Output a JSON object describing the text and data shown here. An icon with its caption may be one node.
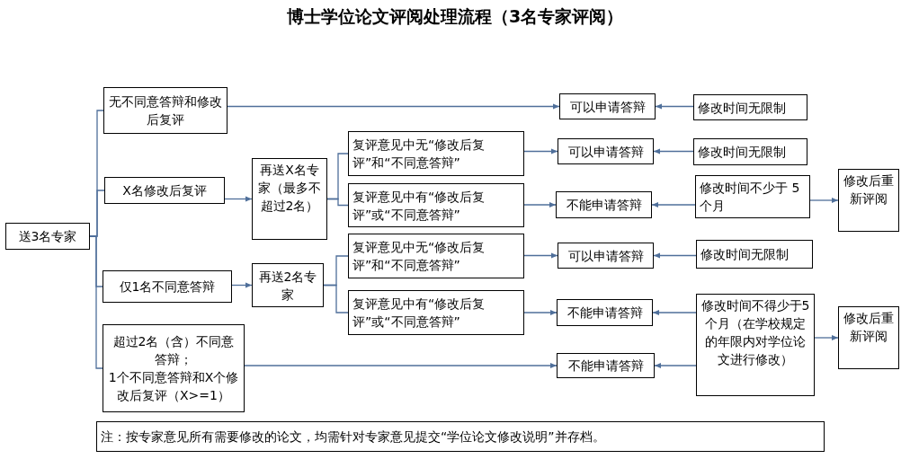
{
  "diagram": {
    "title": "博士学位论文评阅处理流程（3名专家评阅）",
    "nodes": [
      {
        "text": [
          "送3名专家"
        ]
      },
      {
        "text": [
          "无不同意答辩和修改后复评"
        ]
      },
      {
        "text": [
          "X名修改后复评"
        ]
      },
      {
        "text": [
          "仅1名不同意答辩"
        ]
      },
      {
        "text": [
          "超过2名（含）不同意答辩；",
          "1个不同意答辩和X个修改后复评（X>=1）"
        ]
      },
      {
        "text": [
          "再送X名专家（最多不超过2名）"
        ]
      },
      {
        "text": [
          "再送2名专家"
        ]
      },
      {
        "text": [
          "复评意见中无“修改后复评”和“不同意答辩”"
        ]
      },
      {
        "text": [
          "复评意见中有“修改后复评”或“不同意答辩”"
        ]
      },
      {
        "text": [
          "复评意见中无“修改后复评”和“不同意答辩”"
        ]
      },
      {
        "text": [
          "复评意见中有“修改后复评”或“不同意答辩”"
        ]
      },
      {
        "text": [
          "可以申请答辩"
        ]
      },
      {
        "text": [
          "可以申请答辩"
        ]
      },
      {
        "text": [
          "不能申请答辩"
        ]
      },
      {
        "text": [
          "可以申请答辩"
        ]
      },
      {
        "text": [
          "不能申请答辩"
        ]
      },
      {
        "text": [
          "不能申请答辩"
        ]
      },
      {
        "text": [
          "修改时间无限制"
        ]
      },
      {
        "text": [
          "修改时间无限制"
        ]
      },
      {
        "text": [
          "修改时间不少于 5个月"
        ]
      },
      {
        "text": [
          "修改时间无限制"
        ]
      },
      {
        "text": [
          "修改时间不得少于5个月（在学校规定的年限内对学位论文进行修改）"
        ]
      },
      {
        "text": [
          "修改后重新评阅"
        ]
      },
      {
        "text": [
          "修改后重新评阅"
        ]
      },
      {
        "text": [
          "注：按专家意见所有需要修改的论文，均需针对专家意见提交“学位论文修改说明”并存档。"
        ]
      }
    ],
    "edges": [
      {
        "from": 0,
        "to": 1,
        "arrow": "none"
      },
      {
        "from": 0,
        "to": 2,
        "arrow": "none"
      },
      {
        "from": 0,
        "to": 3,
        "arrow": "none"
      },
      {
        "from": 0,
        "to": 4,
        "arrow": "none"
      },
      {
        "from": 1,
        "to": 11,
        "arrow": "to"
      },
      {
        "from": 2,
        "to": 5,
        "arrow": "to"
      },
      {
        "from": 3,
        "to": 6,
        "arrow": "to"
      },
      {
        "from": 4,
        "to": 16,
        "arrow": "to"
      },
      {
        "from": 5,
        "to": 7,
        "arrow": "none"
      },
      {
        "from": 5,
        "to": 8,
        "arrow": "none"
      },
      {
        "from": 6,
        "to": 9,
        "arrow": "none"
      },
      {
        "from": 6,
        "to": 10,
        "arrow": "none"
      },
      {
        "from": 7,
        "to": 12,
        "arrow": "to"
      },
      {
        "from": 8,
        "to": 13,
        "arrow": "to"
      },
      {
        "from": 9,
        "to": 14,
        "arrow": "to"
      },
      {
        "from": 10,
        "to": 15,
        "arrow": "to"
      },
      {
        "from": 17,
        "to": 11,
        "arrow": "to"
      },
      {
        "from": 18,
        "to": 12,
        "arrow": "to"
      },
      {
        "from": 19,
        "to": 13,
        "arrow": "to"
      },
      {
        "from": 20,
        "to": 14,
        "arrow": "to"
      },
      {
        "from": 21,
        "to": 15,
        "arrow": "to"
      },
      {
        "from": 21,
        "to": 16,
        "arrow": "to"
      },
      {
        "from": 19,
        "to": 22,
        "arrow": "to"
      },
      {
        "from": 21,
        "to": 23,
        "arrow": "to"
      }
    ]
  }
}
